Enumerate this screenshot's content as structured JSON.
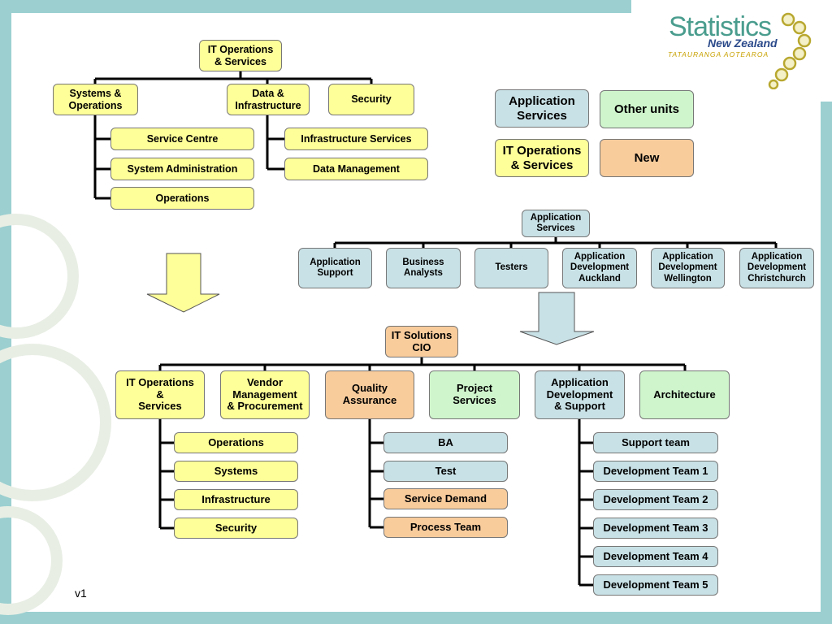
{
  "logo": {
    "title": "Statistics",
    "subtitle": "New Zealand",
    "maori": "TATAURANGA AOTEAROA"
  },
  "legend": {
    "application_services": "Application\nServices",
    "other_units": "Other units",
    "it_operations": "IT Operations\n& Services",
    "new": "New"
  },
  "old_itops": {
    "root": "IT Operations\n& Services",
    "systems_ops": "Systems &\nOperations",
    "data_infra": "Data &\nInfrastructure",
    "security": "Security",
    "service_centre": "Service Centre",
    "system_admin": "System Administration",
    "operations": "Operations",
    "infra_services": "Infrastructure Services",
    "data_management": "Data Management"
  },
  "old_appsvc": {
    "root": "Application\nServices",
    "children": [
      "Application\nSupport",
      "Business\nAnalysts",
      "Testers",
      "Application\nDevelopment\nAuckland",
      "Application\nDevelopment\nWellington",
      "Application\nDevelopment\nChristchurch"
    ]
  },
  "new_org": {
    "root": "IT Solutions\nCIO",
    "units": [
      "IT Operations\n&\nServices",
      "Vendor\nManagement\n& Procurement",
      "Quality\nAssurance",
      "Project\nServices",
      "Application\nDevelopment\n& Support",
      "Architecture"
    ],
    "itops_teams": [
      "Operations",
      "Systems",
      "Infrastructure",
      "Security"
    ],
    "qa_teams": [
      "BA",
      "Test",
      "Service Demand",
      "Process Team"
    ],
    "appdev_teams": [
      "Support team",
      "Development Team 1",
      "Development Team 2",
      "Development Team 3",
      "Development Team 4",
      "Development Team 5"
    ]
  },
  "colors": {
    "it_operations": "#ffff99",
    "application_services": "#c8e1e6",
    "other_units": "#cff5cc",
    "new": "#f9cc9c",
    "frame": "#9bcfd0"
  },
  "footer": {
    "version": "v1"
  }
}
